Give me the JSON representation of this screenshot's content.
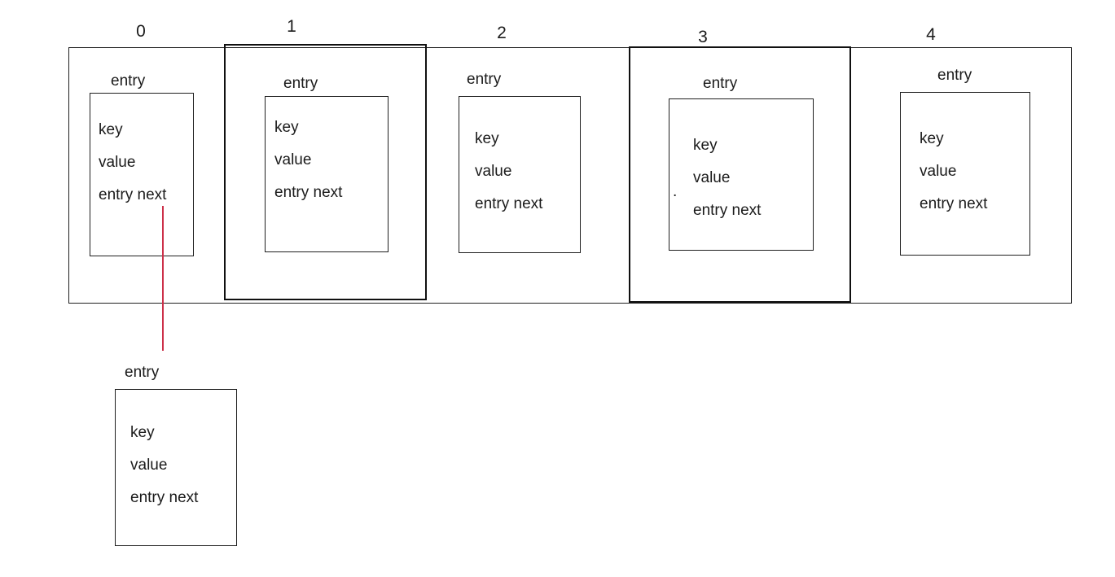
{
  "diagram": {
    "buckets": [
      {
        "index": "0",
        "entry_label": "entry",
        "fields": [
          "key",
          "value",
          "entry next"
        ]
      },
      {
        "index": "1",
        "entry_label": "entry",
        "fields": [
          "key",
          "value",
          "entry next"
        ]
      },
      {
        "index": "2",
        "entry_label": "entry",
        "fields": [
          "key",
          "value",
          "entry next"
        ]
      },
      {
        "index": "3",
        "entry_label": "entry",
        "fields": [
          "key",
          "value",
          "entry next"
        ]
      },
      {
        "index": "4",
        "entry_label": "entry",
        "fields": [
          "key",
          "value",
          "entry next"
        ]
      }
    ],
    "chained_entry": {
      "entry_label": "entry",
      "fields": [
        "key",
        "value",
        "entry next"
      ]
    },
    "pointer_line_color": "#cc3049",
    "stray_dot": "."
  }
}
